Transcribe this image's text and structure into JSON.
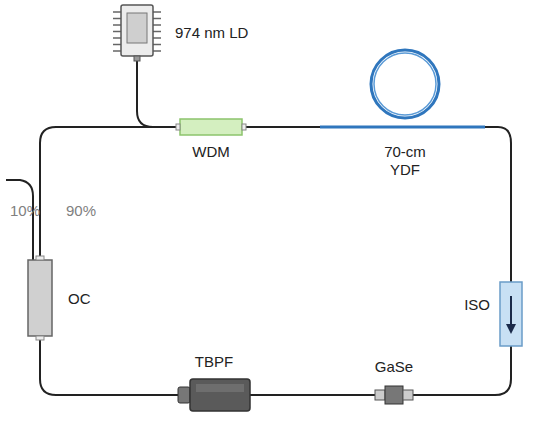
{
  "diagram": {
    "nodes": [
      {
        "text": [
          "974 nm LD"
        ]
      },
      {
        "text": [
          "WDM"
        ]
      },
      {
        "text": [
          "70-cm YDF"
        ]
      },
      {
        "text": [
          "ISO"
        ]
      },
      {
        "text": [
          "GaSe"
        ]
      },
      {
        "text": [
          "TBPF"
        ]
      },
      {
        "text": [
          "OC"
        ]
      }
    ],
    "edges": [
      {
        "from": 0,
        "to": 1,
        "arrow": "none"
      },
      {
        "from": 1,
        "to": 2,
        "arrow": "none"
      },
      {
        "from": 2,
        "to": 3,
        "arrow": "none"
      },
      {
        "from": 3,
        "to": 4,
        "arrow": "none"
      },
      {
        "from": 4,
        "to": 5,
        "arrow": "none"
      },
      {
        "from": 5,
        "to": 6,
        "arrow": "none"
      },
      {
        "from": 6,
        "to": 1,
        "arrow": "none"
      }
    ],
    "labels": [
      "10%",
      "90%"
    ]
  }
}
